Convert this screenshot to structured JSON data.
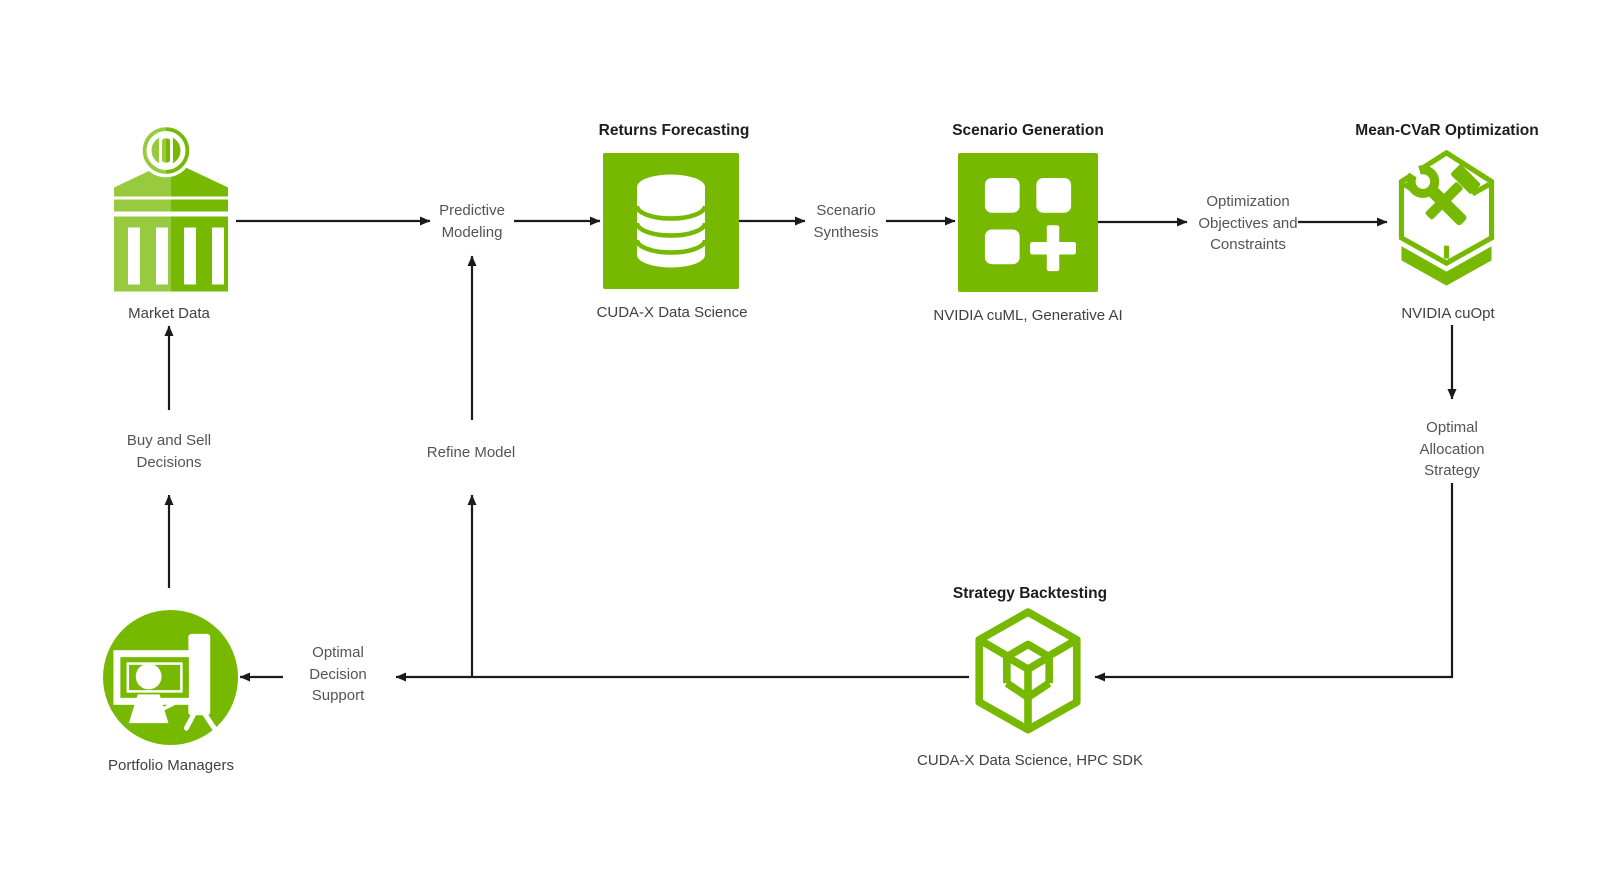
{
  "diagram": {
    "colors": {
      "nvidia_green": "#76B900",
      "nvidia_green_light": "#97CA3E",
      "arrow_black": "#1a1a1a",
      "title_text": "#1d1d1d",
      "caption_text": "#414141",
      "flow_label_text": "#545454",
      "background": "#ffffff"
    },
    "nodes": {
      "market_data": {
        "icon": "bank-icon",
        "label": "Market Data"
      },
      "returns_forecasting": {
        "icon": "database-icon",
        "title": "Returns Forecasting",
        "caption": "CUDA-X Data Science"
      },
      "scenario_generation": {
        "icon": "grid-plus-icon",
        "title": "Scenario Generation",
        "caption": "NVIDIA cuML, Generative AI"
      },
      "mean_cvar_optimization": {
        "icon": "tools-hexagon-icon",
        "title": "Mean-CVaR Optimization",
        "caption": "NVIDIA cuOpt"
      },
      "strategy_backtesting": {
        "icon": "cube-icon",
        "title": "Strategy Backtesting",
        "caption": "CUDA-X Data Science, HPC SDK"
      },
      "portfolio_managers": {
        "icon": "presenter-icon",
        "label": "Portfolio Managers"
      }
    },
    "edge_labels": {
      "predictive_modeling": {
        "lines": [
          "Predictive",
          "Modeling"
        ]
      },
      "scenario_synthesis": {
        "lines": [
          "Scenario",
          "Synthesis"
        ]
      },
      "optimization_objectives": {
        "lines": [
          "Optimization",
          "Objectives and",
          "Constraints"
        ]
      },
      "optimal_allocation": {
        "lines": [
          "Optimal",
          "Allocation",
          "Strategy"
        ]
      },
      "refine_model": {
        "lines": [
          "Refine Model"
        ]
      },
      "buy_sell_decisions": {
        "lines": [
          "Buy and Sell",
          "Decisions"
        ]
      },
      "optimal_decision_support": {
        "lines": [
          "Optimal",
          "Decision",
          "Support"
        ]
      }
    }
  }
}
